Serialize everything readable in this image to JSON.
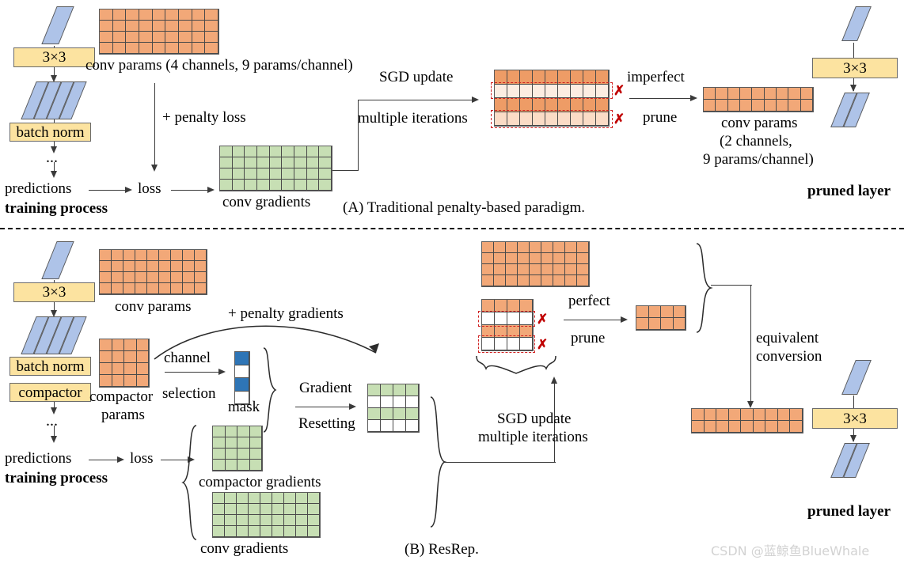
{
  "figure": {
    "panel_a": {
      "caption": "(A) Traditional penalty-based paradigm.",
      "training_process_label": "training process",
      "conv_block_label": "3×3",
      "batch_norm_label": "batch norm",
      "ellipsis": "...",
      "predictions_label": "predictions",
      "loss_label": "loss",
      "conv_params_caption": "conv params (4 channels, 9 params/channel)",
      "conv_gradients_caption": "conv gradients",
      "penalty_loss_label": "+ penalty loss",
      "sgd_update_label": "SGD update",
      "multiple_iterations_label": "multiple iterations",
      "imperfect_label": "imperfect",
      "prune_label": "prune",
      "pruned_conv_params_line1": "conv params",
      "pruned_conv_params_line2": "(2 channels,",
      "pruned_conv_params_line3": "9 params/channel)",
      "pruned_layer_label": "pruned layer",
      "pruned_conv_block_label": "3×3",
      "x_mark": "✗"
    },
    "panel_b": {
      "caption": "(B) ResRep.",
      "training_process_label": "training process",
      "conv_block_label": "3×3",
      "batch_norm_label": "batch norm",
      "compactor_block_label": "compactor",
      "ellipsis": "...",
      "predictions_label": "predictions",
      "loss_label": "loss",
      "conv_params_caption": "conv params",
      "compactor_params_caption_line1": "compactor",
      "compactor_params_caption_line2": "params",
      "channel_label": "channel",
      "selection_label": "selection",
      "mask_caption": "mask",
      "penalty_gradients_label": "+ penalty gradients",
      "gradient_label": "Gradient",
      "resetting_label": "Resetting",
      "compactor_gradients_caption": "compactor gradients",
      "conv_gradients_caption": "conv gradients",
      "sgd_update_line1": "SGD  update",
      "sgd_update_line2": "multiple  iterations",
      "perfect_label": "perfect",
      "prune_label": "prune",
      "equivalent_conversion_line1": "equivalent",
      "equivalent_conversion_line2": "conversion",
      "pruned_layer_label": "pruned layer",
      "pruned_conv_block_label": "3×3",
      "x_mark": "✗"
    },
    "watermark": "CSDN @蓝鲸鱼BlueWhale",
    "colors": {
      "conv_params_orange": "#F2A878",
      "gradients_green": "#C7DFB4",
      "op_block_yellow": "#FCE3A0",
      "feature_map_blue": "#AEC3E8",
      "mask_active_blue": "#2E75B6",
      "prune_marker_red": "#C00000",
      "watermark_gray": "#d2d2d2"
    },
    "grid_specs": {
      "conv_params_a": {
        "rows": 4,
        "cols": 9
      },
      "conv_gradients_a": {
        "rows": 4,
        "cols": 9
      },
      "sgd_updated_a": {
        "rows": 4,
        "cols": 9
      },
      "pruned_conv_params_a": {
        "rows": 2,
        "cols": 9
      },
      "conv_params_b": {
        "rows": 4,
        "cols": 9
      },
      "compactor_params_b": {
        "rows": 4,
        "cols": 4
      },
      "mask_b": {
        "rows": 4,
        "cols": 1
      },
      "gradient_reset_b": {
        "rows": 4,
        "cols": 4
      },
      "compactor_gradients_b": {
        "rows": 4,
        "cols": 4
      },
      "conv_gradients_b": {
        "rows": 4,
        "cols": 9
      },
      "conv_params_updated_b": {
        "rows": 4,
        "cols": 9
      },
      "compactor_updated_b": {
        "rows": 4,
        "cols": 4
      },
      "pruned_compactor_b": {
        "rows": 2,
        "cols": 4
      },
      "converted_conv_b": {
        "rows": 2,
        "cols": 9
      }
    }
  }
}
